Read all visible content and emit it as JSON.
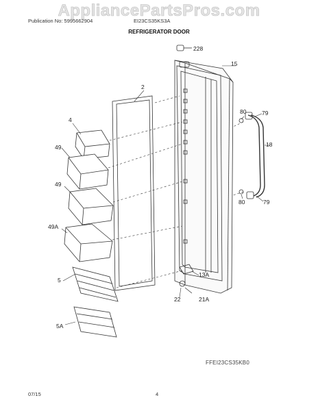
{
  "header": {
    "watermark": "AppliancePartsPros.com",
    "publication": "Publication No: 5995662904",
    "model": "EI23CS35KS3A",
    "title": "REFRIGERATOR DOOR"
  },
  "parts": {
    "p228": "228",
    "p15": "15",
    "p2": "2",
    "p4": "4",
    "p49a": "49",
    "p49b": "49",
    "p49A": "49A",
    "p5": "5",
    "p5A": "5A",
    "p80a": "80",
    "p79a": "79",
    "p18": "18",
    "p80b": "80",
    "p79b": "79",
    "p13A": "13A",
    "p22": "22",
    "p21A": "21A"
  },
  "figure_code": "FFEI23CS35KB0",
  "footer": {
    "date": "07/15",
    "page": "4"
  }
}
